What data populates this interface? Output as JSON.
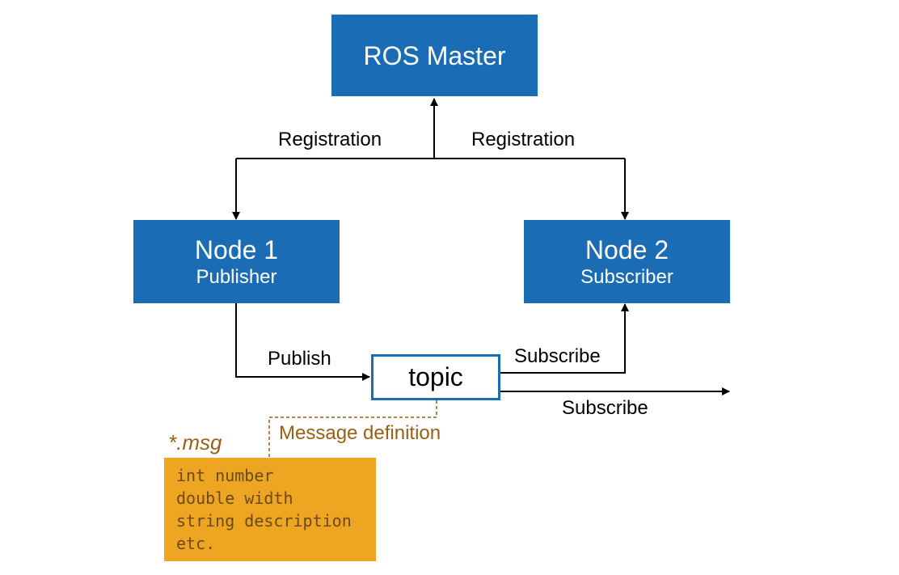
{
  "nodes": {
    "ros_master": {
      "title": "ROS Master"
    },
    "node1": {
      "title": "Node 1",
      "subtitle": "Publisher"
    },
    "node2": {
      "title": "Node 2",
      "subtitle": "Subscriber"
    },
    "topic": {
      "title": "topic"
    }
  },
  "edge_labels": {
    "registration_left": "Registration",
    "registration_right": "Registration",
    "publish": "Publish",
    "subscribe_node2": "Subscribe",
    "subscribe_out": "Subscribe",
    "message_definition": "Message definition"
  },
  "msg_file": {
    "label": "*.msg",
    "lines": [
      "int number",
      "double width",
      "string description",
      "etc."
    ]
  },
  "colors": {
    "node_fill": "#1a6cb4",
    "node_text": "#ffffff",
    "msg_fill": "#eea521",
    "msg_accent": "#9b5f14",
    "arrow": "#000000"
  }
}
